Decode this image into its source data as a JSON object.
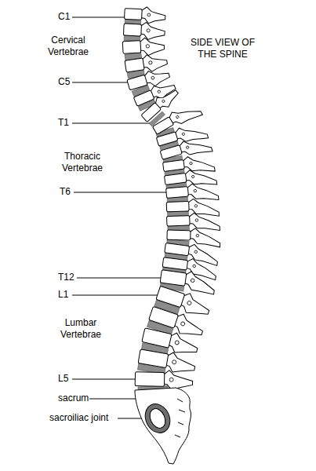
{
  "diagram": {
    "title": "SIDE VIEW OF THE SPINE",
    "labels": [
      "C1",
      "Cervical Vertebrae",
      "C5",
      "T1",
      "Thoracic Vertebrae",
      "T6",
      "T12",
      "L1",
      "Lumbar Vertebrae",
      "L5",
      "sacrum",
      "sacroiliac joint"
    ]
  }
}
